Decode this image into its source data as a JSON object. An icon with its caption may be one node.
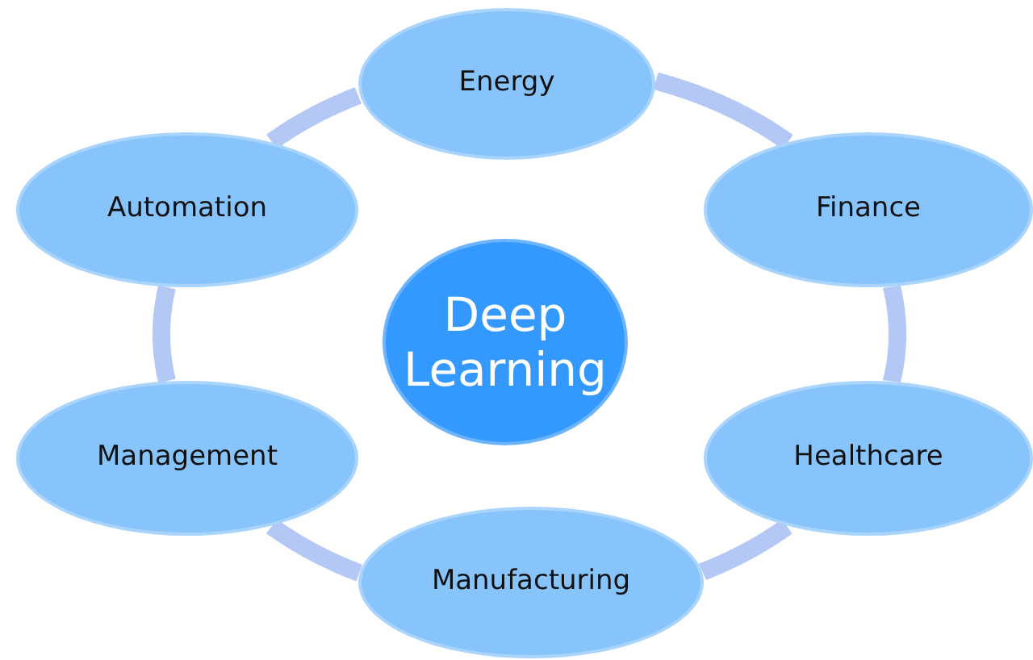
{
  "diagram": {
    "nodes": [
      {
        "text": [
          "Deep Learning"
        ]
      },
      {
        "text": [
          "Energy"
        ]
      },
      {
        "text": [
          "Finance"
        ]
      },
      {
        "text": [
          "Healthcare"
        ]
      },
      {
        "text": [
          "Manufacturing"
        ]
      },
      {
        "text": [
          "Management"
        ]
      },
      {
        "text": [
          "Automation"
        ]
      }
    ],
    "edges": [
      {
        "from": 1,
        "to": 2,
        "arrow": "none"
      },
      {
        "from": 2,
        "to": 3,
        "arrow": "none"
      },
      {
        "from": 3,
        "to": 4,
        "arrow": "none"
      },
      {
        "from": 4,
        "to": 5,
        "arrow": "none"
      },
      {
        "from": 5,
        "to": 6,
        "arrow": "none"
      },
      {
        "from": 6,
        "to": 1,
        "arrow": "none"
      }
    ]
  }
}
